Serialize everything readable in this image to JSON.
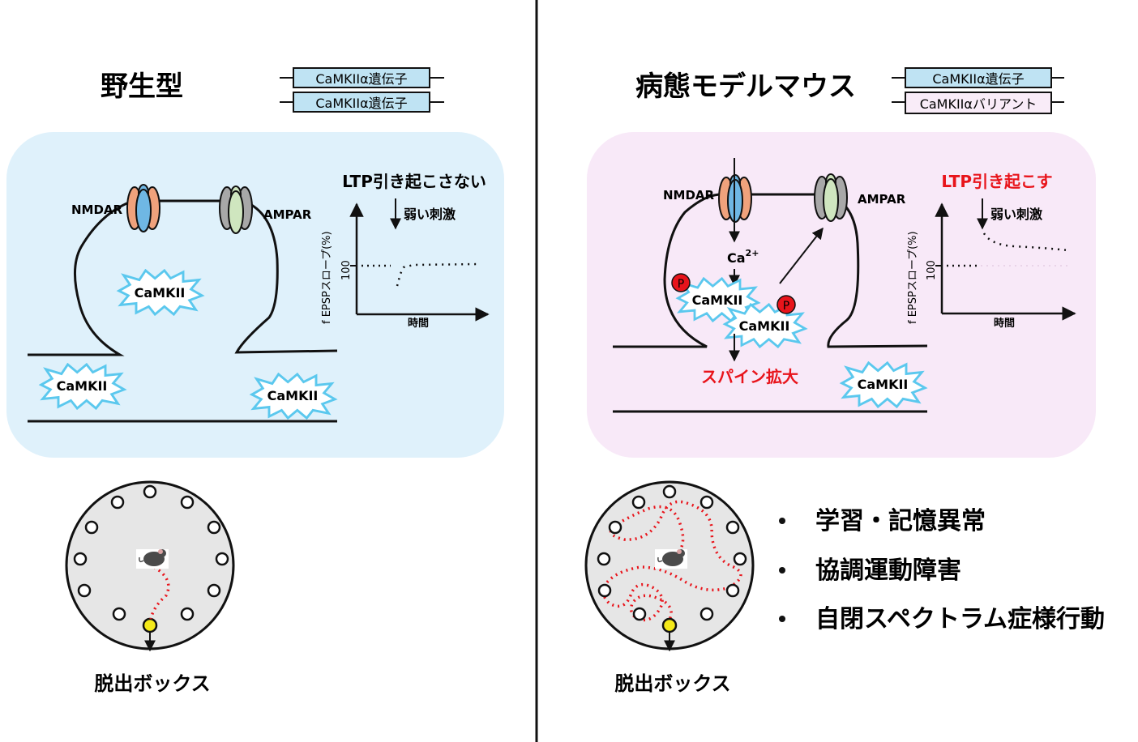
{
  "left": {
    "title": "野生型",
    "gene1": "CaMKIIα遺伝子",
    "gene2": "CaMKIIα遺伝子",
    "nmdar": "NMDAR",
    "ampar": "AMPAR",
    "camkii_spine": "CaMKII",
    "camkii_dendrite_left": "CaMKII",
    "camkii_dendrite_right": "CaMKII",
    "ltp_label": "LTP引き起こさない",
    "stim_label": "弱い刺激",
    "ylabel": "f EPSPスロープ(%)",
    "ytick": "100",
    "xlabel": "時間",
    "exit_label": "脱出ボックス"
  },
  "right": {
    "title": "病態モデルマウス",
    "gene1": "CaMKIIα遺伝子",
    "gene2": "CaMKIIαバリアント",
    "nmdar": "NMDAR",
    "ampar": "AMPAR",
    "ca_label": "Ca",
    "ca_sup": "2+",
    "camkii_a": "CaMKII",
    "camkii_b": "CaMKII",
    "camkii_dendrite": "CaMKII",
    "phospho": "P",
    "spine_enlarge": "スパイン拡大",
    "ltp_label": "LTP引き起こす",
    "stim_label": "弱い刺激",
    "ylabel": "f EPSPスロープ(%)",
    "ytick": "100",
    "xlabel": "時間",
    "exit_label": "脱出ボックス",
    "symptoms": [
      "学習・記憶異常",
      "協調運動障害",
      "自閉スペクトラム症様行動"
    ]
  },
  "colors": {
    "wt_bg": "#dff1fb",
    "model_bg": "#f8e9f8",
    "burst_stroke": "#5bc8ee",
    "red_text": "#e8141b",
    "phospho_red": "#e8141b",
    "gene_box_blue": "#bfe3f3",
    "gene_box_pink": "#f9ecf8",
    "nmdar_outer": "#f0a27c",
    "nmdar_inner": "#6fb7e4",
    "ampar_outer": "#a8a8a8",
    "ampar_inner": "#cfe6bf",
    "maze_fill": "#e6e6e6",
    "exit_hole": "#f5ea1a"
  },
  "icons": [
    "mouse-icon",
    "phosphate-icon",
    "camkii-burst-icon",
    "bullet-icon"
  ]
}
